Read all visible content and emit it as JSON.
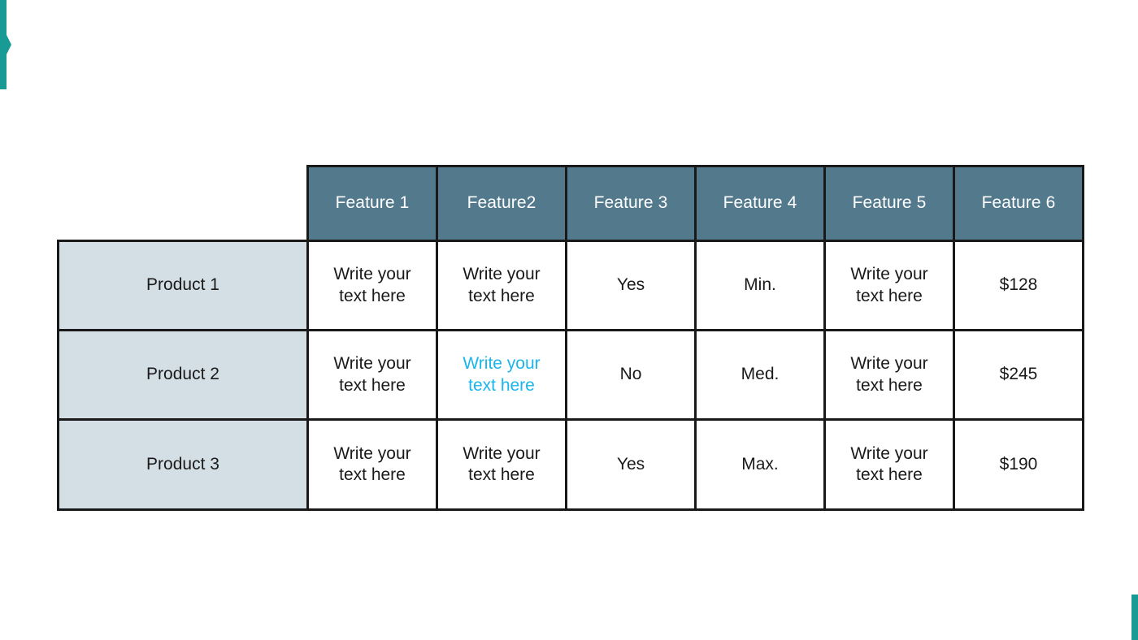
{
  "slide": {
    "background_color": "#FFFFFF",
    "accent_color": "#179B94",
    "header_fill": "#53798D",
    "product_fill": "#D4DFE5",
    "highlight_color": "#1AB5EC",
    "border_color": "#191919"
  },
  "decorations": {
    "left_accent_name": "teal-chevron-bar",
    "right_accent_name": "teal-bar"
  },
  "table": {
    "corner_label": "",
    "column_headers": [
      "Feature 1",
      "Feature2",
      "Feature 3",
      "Feature 4",
      "Feature 5",
      "Feature 6"
    ],
    "rows": [
      {
        "product": "Product 1",
        "cells": [
          {
            "line1": "Write your",
            "line2": "text here",
            "highlight": false
          },
          {
            "line1": "Write your",
            "line2": "text here",
            "highlight": false
          },
          {
            "line1": "Yes",
            "line2": "",
            "highlight": false
          },
          {
            "line1": "Min.",
            "line2": "",
            "highlight": false
          },
          {
            "line1": "Write your",
            "line2": "text here",
            "highlight": false
          },
          {
            "line1": "$128",
            "line2": "",
            "highlight": false
          }
        ]
      },
      {
        "product": "Product 2",
        "cells": [
          {
            "line1": "Write your",
            "line2": "text here",
            "highlight": false
          },
          {
            "line1": "Write your",
            "line2": "text here",
            "highlight": true
          },
          {
            "line1": "No",
            "line2": "",
            "highlight": false
          },
          {
            "line1": "Med.",
            "line2": "",
            "highlight": false
          },
          {
            "line1": "Write your",
            "line2": "text here",
            "highlight": false
          },
          {
            "line1": "$245",
            "line2": "",
            "highlight": false
          }
        ]
      },
      {
        "product": "Product 3",
        "cells": [
          {
            "line1": "Write your",
            "line2": "text here",
            "highlight": false
          },
          {
            "line1": "Write your",
            "line2": "text here",
            "highlight": false
          },
          {
            "line1": "Yes",
            "line2": "",
            "highlight": false
          },
          {
            "line1": "Max.",
            "line2": "",
            "highlight": false
          },
          {
            "line1": "Write your",
            "line2": "text here",
            "highlight": false
          },
          {
            "line1": "$190",
            "line2": "",
            "highlight": false
          }
        ]
      }
    ]
  }
}
